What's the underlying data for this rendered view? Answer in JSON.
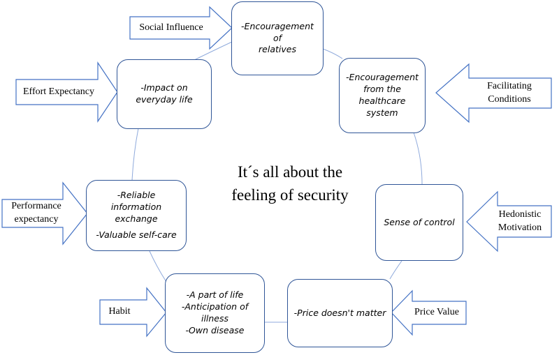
{
  "center": {
    "line1": "It´s all about the",
    "line2": "feeling of security"
  },
  "boxes": {
    "relatives": [
      "-Encouragement of",
      "relatives"
    ],
    "healthcare": [
      "-Encouragement",
      "from the healthcare",
      "system"
    ],
    "control": [
      "Sense of control"
    ],
    "price": [
      "-Price doesn't matter"
    ],
    "life": [
      "-A part of life",
      "-Anticipation of",
      "illness",
      "-Own disease"
    ],
    "info": [
      "-Reliable information",
      "exchange",
      "-Valuable self-care"
    ],
    "everyday": [
      "-Impact on",
      "everyday life"
    ]
  },
  "arrows": {
    "social": [
      "Social Influence"
    ],
    "effort": [
      "Effort Expectancy"
    ],
    "facilitating": [
      "Facilitating",
      "Conditions"
    ],
    "hedonistic": [
      "Hedonistic",
      "Motivation"
    ],
    "price_value": [
      "Price Value"
    ],
    "habit": [
      "Habit"
    ],
    "performance": [
      "Performance",
      "expectancy"
    ]
  },
  "colors": {
    "stroke": "#2f5597",
    "arrow_stroke": "#4472c4",
    "connector": "#8faadc"
  }
}
